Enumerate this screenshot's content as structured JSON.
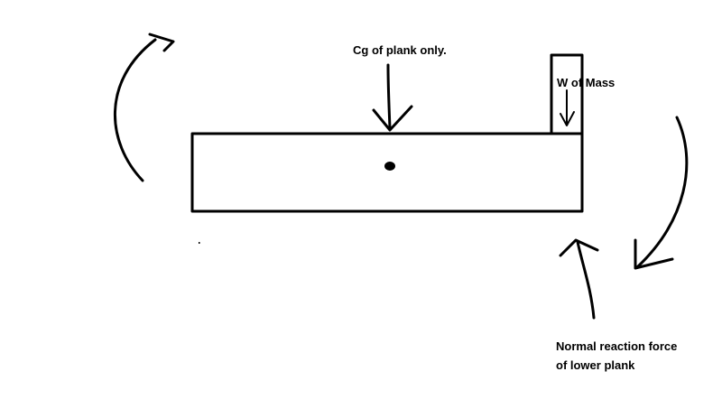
{
  "labels": {
    "cg_plank": "Cg of plank only.",
    "weight_mass": "W of Mass",
    "normal_line1": "Normal reaction force",
    "normal_line2": "of lower plank"
  },
  "colors": {
    "ink": "#000000",
    "background": "#ffffff"
  }
}
